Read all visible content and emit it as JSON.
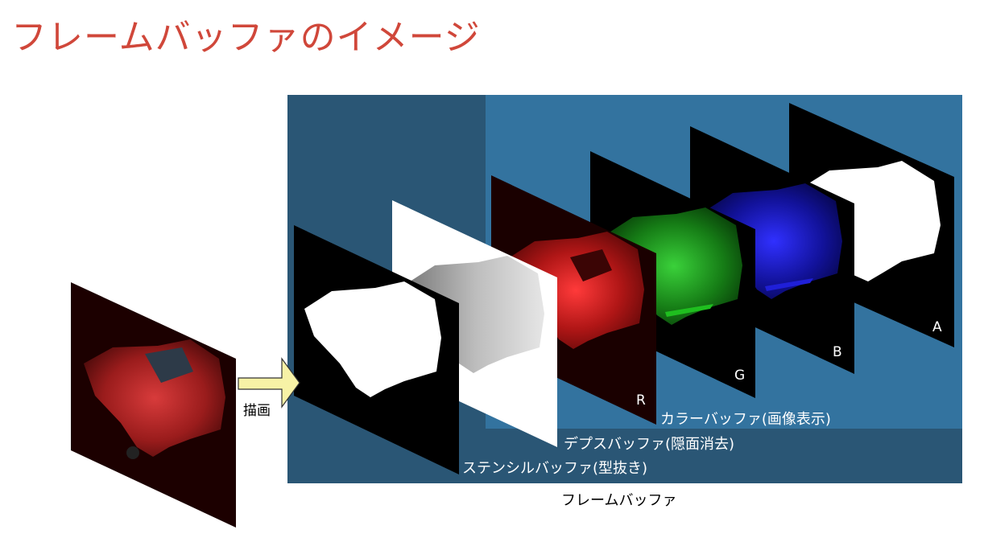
{
  "title": "フレームバッファのイメージ",
  "draw_label": "描画",
  "caption": "フレームバッファ",
  "buffers": {
    "stencil": "ステンシルバッファ(型抜き)",
    "depth": "デプスバッファ(隠面消去)",
    "color": "カラーバッファ(画像表示)"
  },
  "channels": {
    "r": "R",
    "g": "G",
    "b": "B",
    "a": "A"
  },
  "colors": {
    "title": "#d0473a",
    "panel_dark": "#2a5675",
    "panel_light": "#33739f",
    "arrow_fill": "#f7f2a6"
  }
}
